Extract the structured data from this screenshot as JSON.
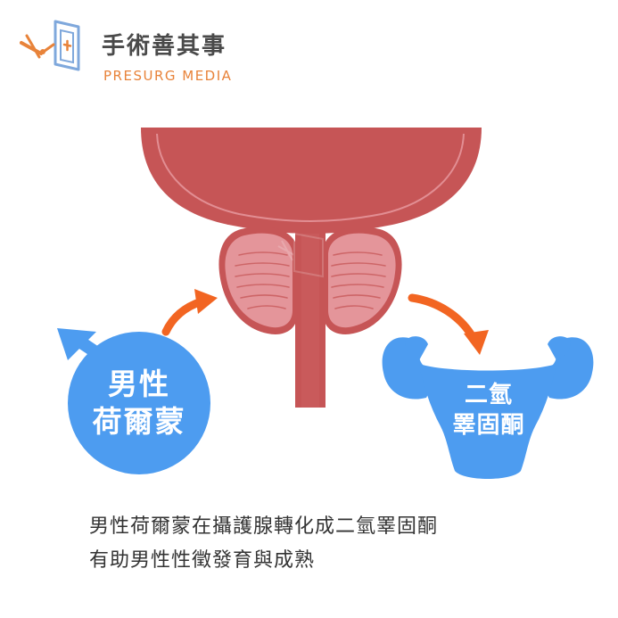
{
  "brand": {
    "name_cn": "手術善其事",
    "name_en": "PRESURG MEDIA"
  },
  "labels": {
    "male_hormone": [
      "男性",
      "荷爾蒙"
    ],
    "dht": [
      "二氫",
      "睪固酮"
    ]
  },
  "caption": [
    "男性荷爾蒙在攝護腺轉化成二氫睪固酮",
    "有助男性性徵發育與成熟"
  ],
  "colors": {
    "bladder": "#c65556",
    "prostate": "#e4959a",
    "arrow": "#f26522",
    "blue": "#4d9cf0",
    "brand_orange": "#e8833a",
    "text": "#333333"
  },
  "icons": [
    "male-symbol-icon",
    "muscle-torso-icon",
    "logo-book-icon"
  ]
}
